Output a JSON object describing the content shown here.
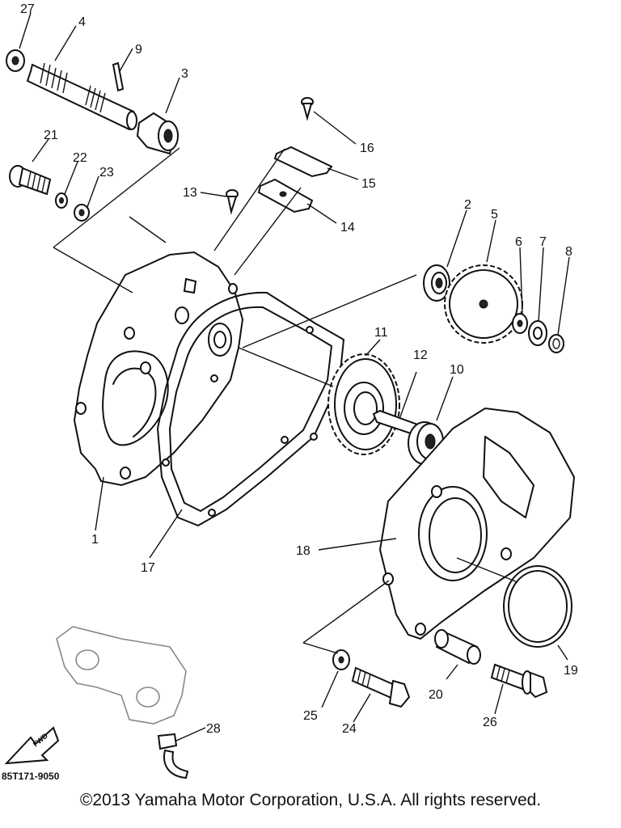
{
  "part_labels": [
    "1",
    "2",
    "3",
    "4",
    "5",
    "6",
    "7",
    "8",
    "9",
    "10",
    "11",
    "12",
    "13",
    "14",
    "15",
    "16",
    "17",
    "18",
    "19",
    "20",
    "21",
    "22",
    "23",
    "24",
    "25",
    "26",
    "27",
    "28"
  ],
  "fwd_label": "FWD",
  "diagram_code": "85T171-9050",
  "copyright": "©2013 Yamaha Motor Corporation, U.S.A. All rights reserved."
}
